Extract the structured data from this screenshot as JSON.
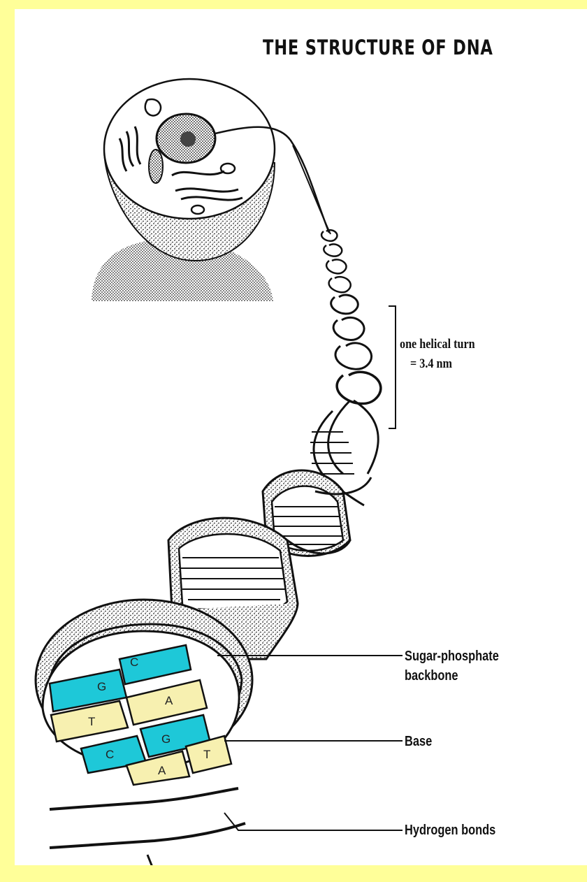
{
  "title": "THE STRUCTURE OF DNA",
  "helical_turn": {
    "line1": "one helical turn",
    "line2": "= 3.4 nm"
  },
  "labels": {
    "backbone_line1": "Sugar-phosphate",
    "backbone_line2": "backbone",
    "base": "Base",
    "hydrogen_bonds": "Hydrogen bonds"
  },
  "bases": {
    "g1": "G",
    "c1": "C",
    "t1": "T",
    "a1": "A",
    "g2": "G",
    "c2": "C",
    "t2": "T",
    "a2": "A"
  },
  "colors": {
    "background": "#ffff99",
    "cytosine_guanine": "#1ec8d8",
    "thymine_adenine": "#f7f0b0",
    "ink": "#111111"
  }
}
